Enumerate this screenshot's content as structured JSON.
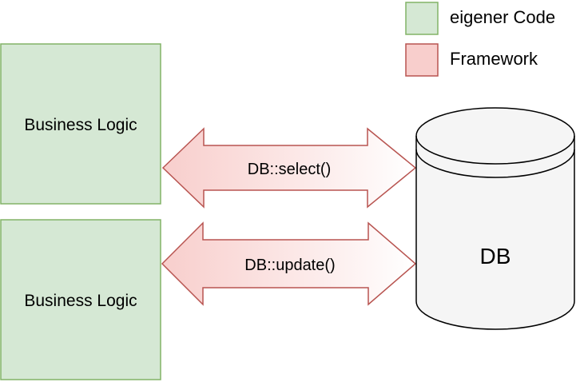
{
  "legend": {
    "items": [
      {
        "label": "eigener Code",
        "fill": "#d5e8d4",
        "stroke": "#82b366"
      },
      {
        "label": "Framework",
        "fill": "#f8cecc",
        "stroke": "#b85450"
      }
    ]
  },
  "blocks": [
    {
      "label": "Business Logic"
    },
    {
      "label": "Business Logic"
    }
  ],
  "arrows": [
    {
      "label": "DB::select()"
    },
    {
      "label": "DB::update()"
    }
  ],
  "database": {
    "label": "DB"
  },
  "colors": {
    "own_code_fill": "#d5e8d4",
    "own_code_stroke": "#82b366",
    "framework_fill": "#f8cecc",
    "framework_stroke": "#b85450",
    "db_fill": "#f5f5f5",
    "db_stroke": "#000000"
  }
}
